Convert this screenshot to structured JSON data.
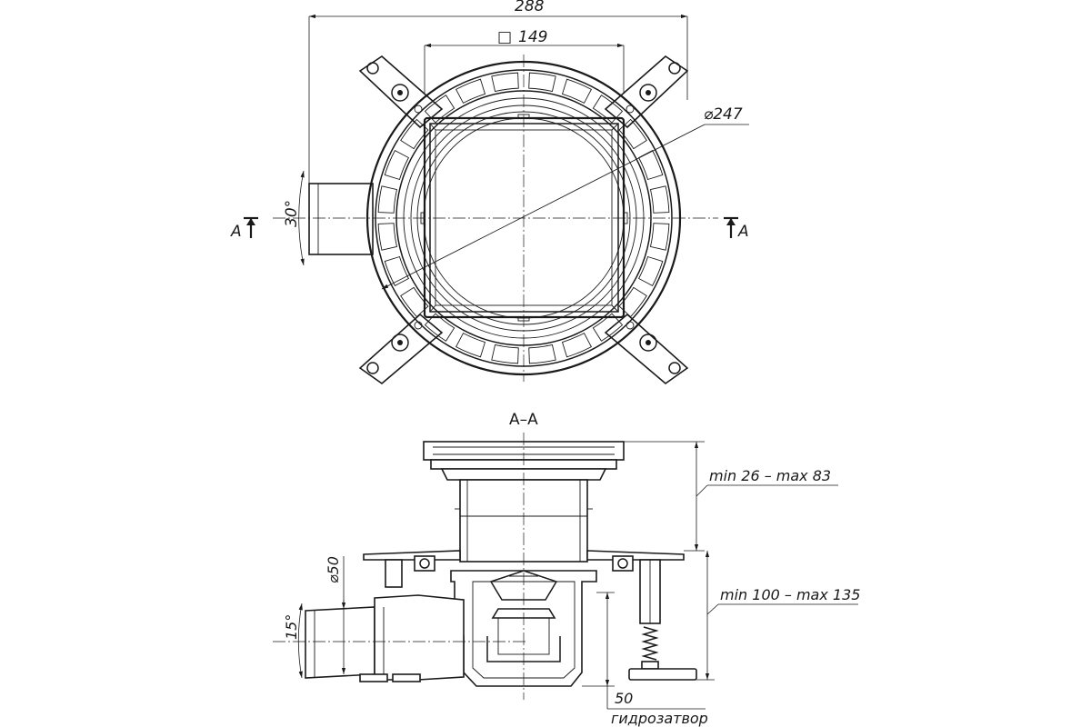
{
  "top_view": {
    "dim_width": "288",
    "dim_grate_symbol": "□",
    "dim_grate": "149",
    "dim_diameter": "⌀247",
    "dim_angle": "30°",
    "section_left": "A",
    "section_right": "A"
  },
  "section_view": {
    "title": "A–A",
    "dim_top_range": "min 26 – max 83",
    "dim_body_range": "min 100 – max 135",
    "dim_outlet_diameter": "⌀50",
    "dim_outlet_angle": "15°",
    "dim_seal": "50",
    "label_seal": "гидрозатвор"
  }
}
